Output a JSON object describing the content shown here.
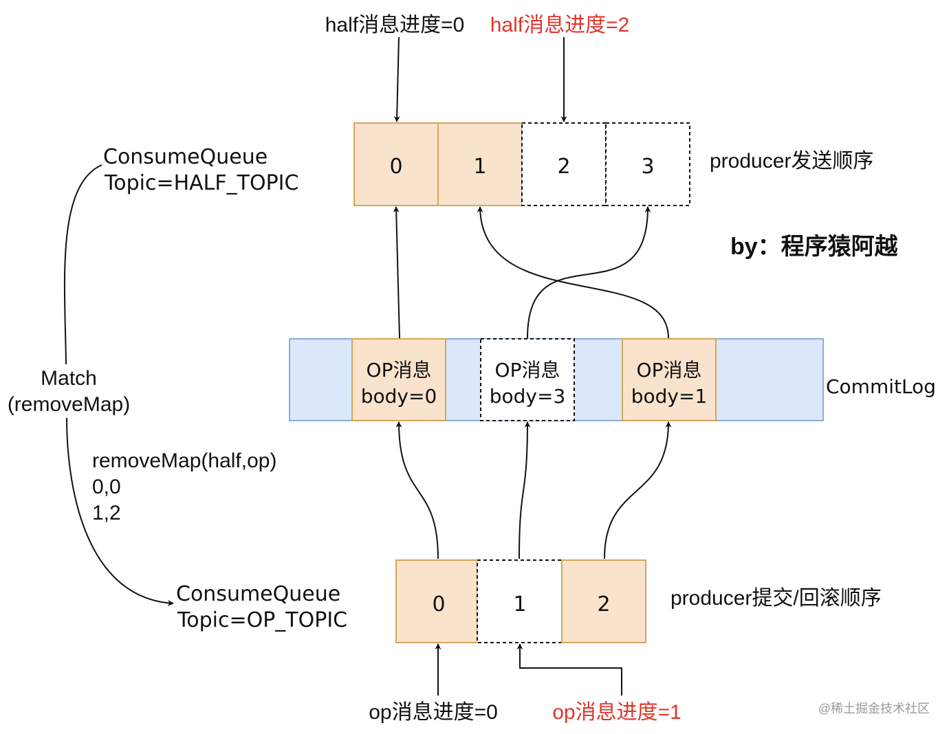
{
  "colors": {
    "cell_fill": "#fae3cc",
    "cell_stroke": "#d4a55a",
    "commitlog_fill": "#dbe8fa",
    "commitlog_stroke": "#8eaadb",
    "accent_red": "#e0352b",
    "line": "#111111"
  },
  "top": {
    "label_progress_0": "half消息进度=0",
    "label_progress_2": "half消息进度=2",
    "queue_title_line1": "ConsumeQueue",
    "queue_title_line2": "Topic=HALF_TOPIC",
    "cells": [
      "0",
      "1",
      "2",
      "3"
    ],
    "order_label": "producer发送顺序"
  },
  "author": "by：程序猿阿越",
  "commitlog": {
    "label": "CommitLog",
    "messages": [
      {
        "line1": "OP消息",
        "line2": "body=0"
      },
      {
        "line1": "OP消息",
        "line2": "body=3"
      },
      {
        "line1": "OP消息",
        "line2": "body=1"
      }
    ]
  },
  "match": {
    "line1": "Match",
    "line2": "(removeMap)"
  },
  "removemap": {
    "title": "removeMap(half,op)",
    "rows": [
      "0,0",
      "1,2"
    ]
  },
  "bottom": {
    "queue_title_line1": "ConsumeQueue",
    "queue_title_line2": "Topic=OP_TOPIC",
    "cells": [
      "0",
      "1",
      "2"
    ],
    "order_label": "producer提交/回滚顺序",
    "label_progress_0": "op消息进度=0",
    "label_progress_1": "op消息进度=1"
  },
  "watermark": "@稀土掘金技术社区"
}
